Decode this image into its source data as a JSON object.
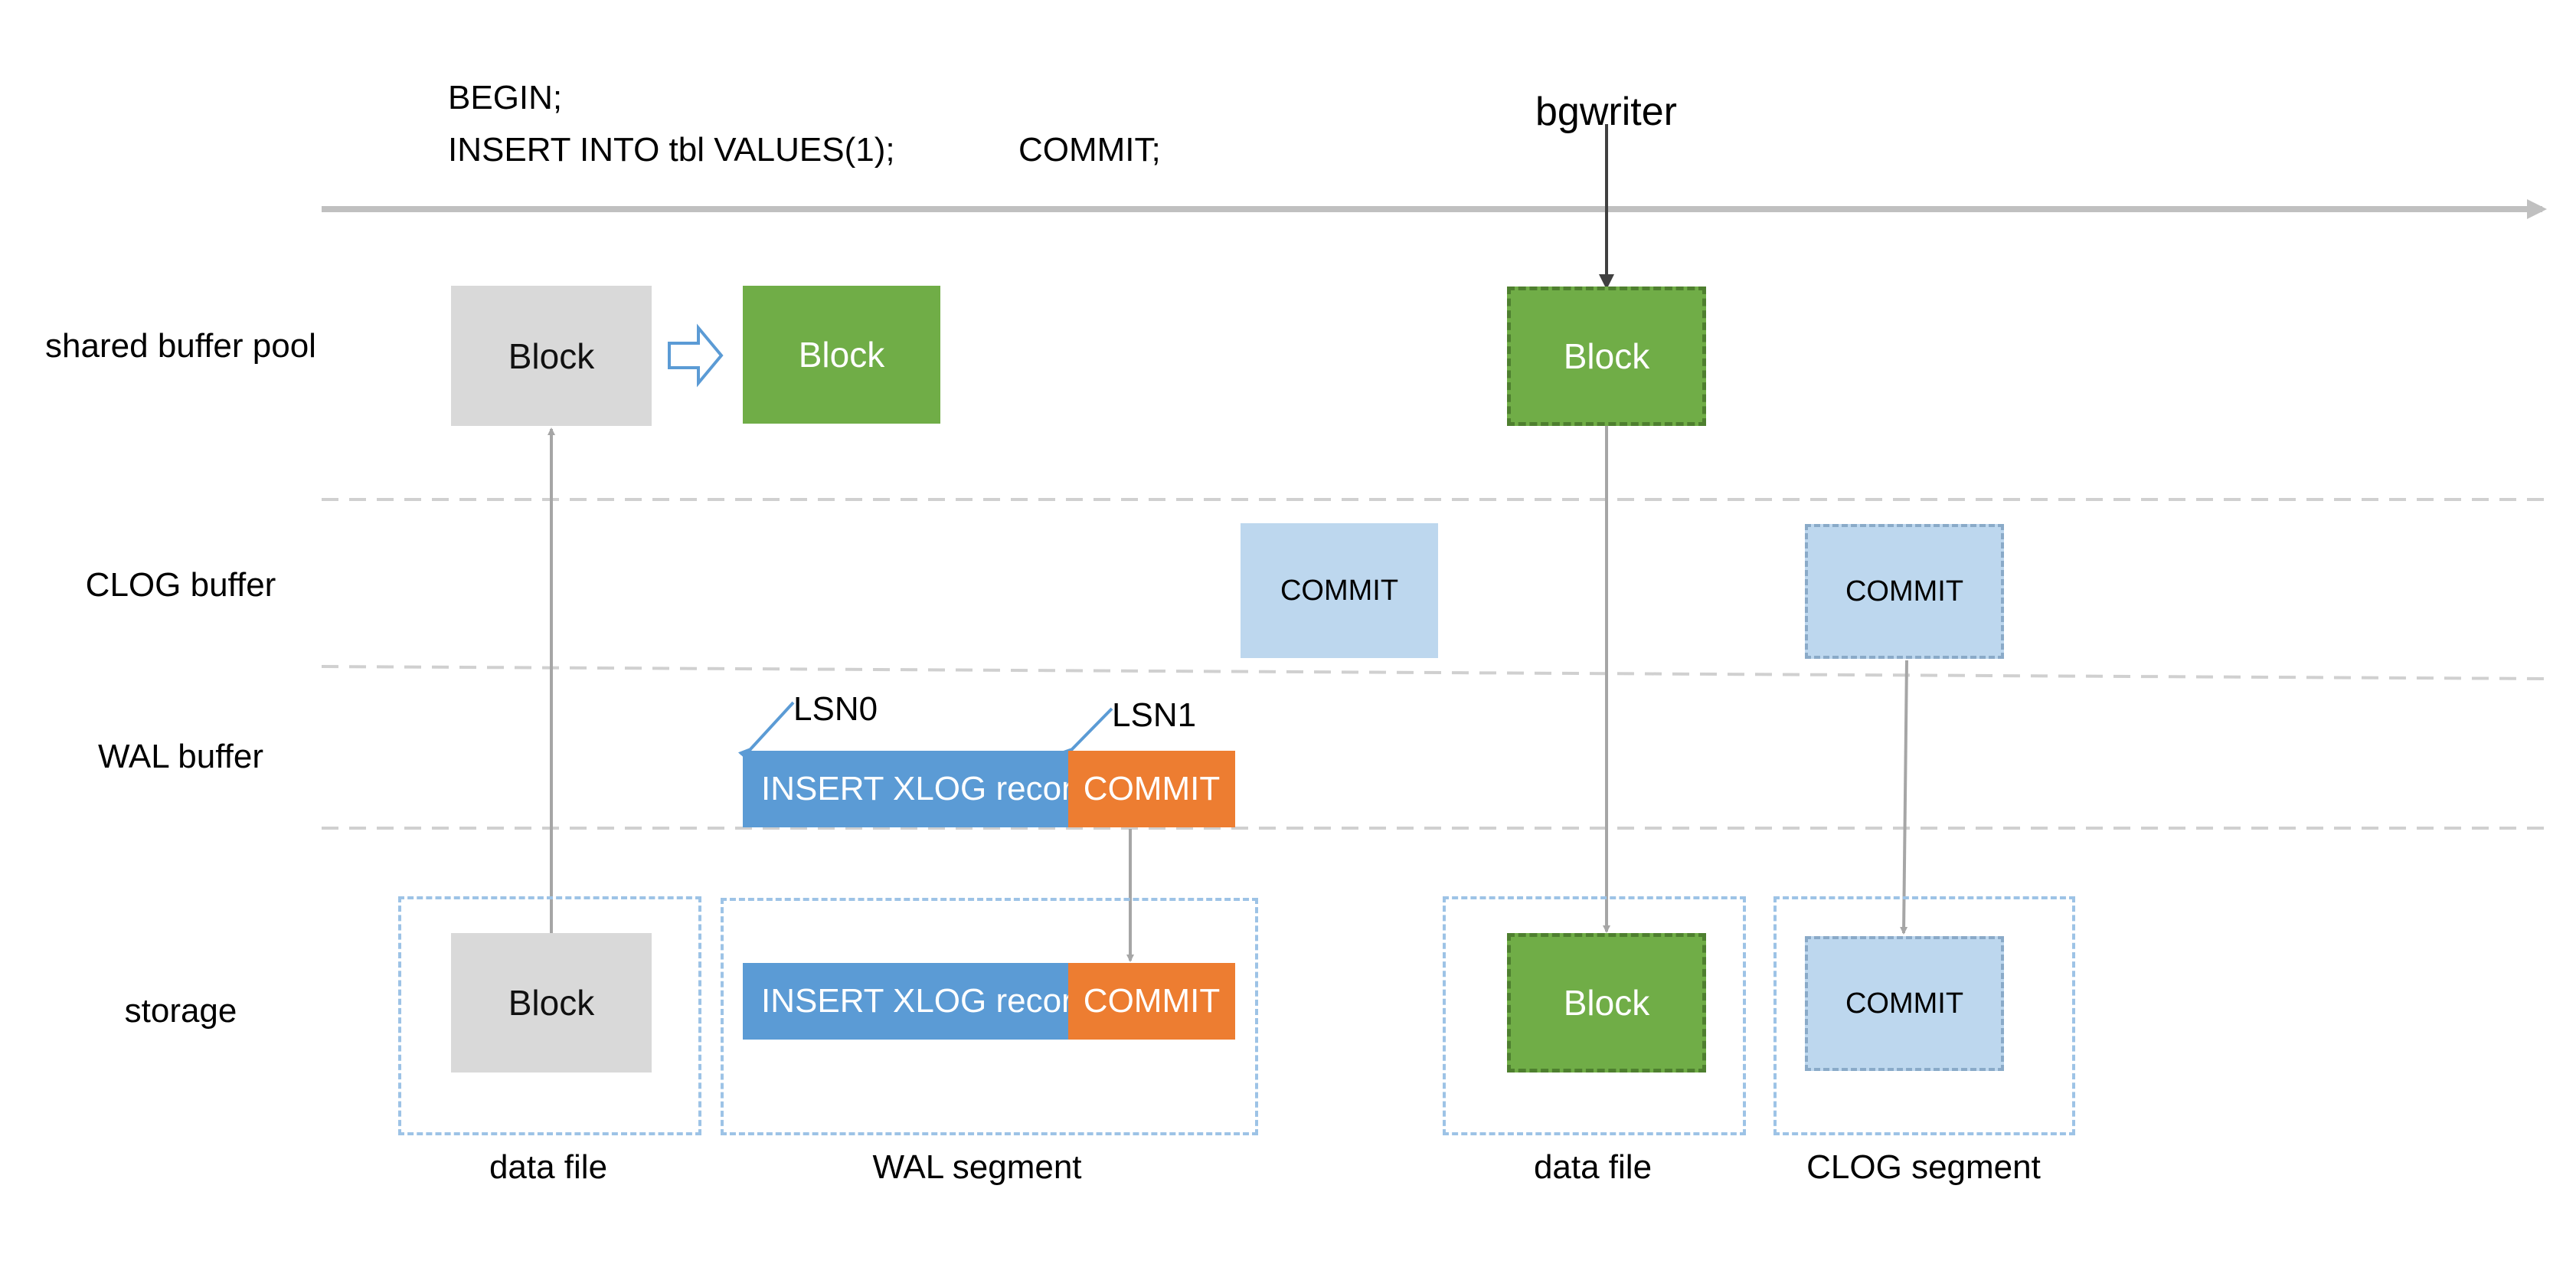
{
  "header": {
    "sql_begin": "BEGIN;",
    "sql_insert": "INSERT INTO tbl VALUES(1);",
    "sql_commit": "COMMIT;",
    "bgwriter": "bgwriter"
  },
  "rows": {
    "shared_buffer_pool": "shared buffer pool",
    "clog_buffer": "CLOG buffer",
    "wal_buffer": "WAL buffer",
    "storage": "storage"
  },
  "shared_buffer": {
    "block_initial": "Block",
    "block_modified": "Block",
    "block_bgwriter": "Block"
  },
  "clog_buffer": {
    "commit_1": "COMMIT",
    "commit_2": "COMMIT"
  },
  "wal_buffer": {
    "lsn0": "LSN0",
    "lsn1": "LSN1",
    "insert_record": "INSERT XLOG record",
    "commit": "COMMIT"
  },
  "storage": {
    "data_file_block": "Block",
    "wal_insert_record": "INSERT XLOG record",
    "wal_commit": "COMMIT",
    "data_file2_block": "Block",
    "clog_commit": "COMMIT"
  },
  "captions": {
    "data_file": "data file",
    "wal_segment": "WAL segment",
    "data_file_2": "data file",
    "clog_segment": "CLOG segment"
  },
  "colors": {
    "timeline": "#c0c0c0",
    "block_gray": "#d9d9d9",
    "block_green": "#70ad47",
    "clog_light_blue": "#bdd7ee",
    "wal_blue": "#5b9bd5",
    "commit_orange": "#ed7d31",
    "group_border": "#9dc3e6",
    "row_divider": "#d0d0d0",
    "arrow_gray": "#a6a6a6",
    "arrow_dark": "#404040"
  }
}
